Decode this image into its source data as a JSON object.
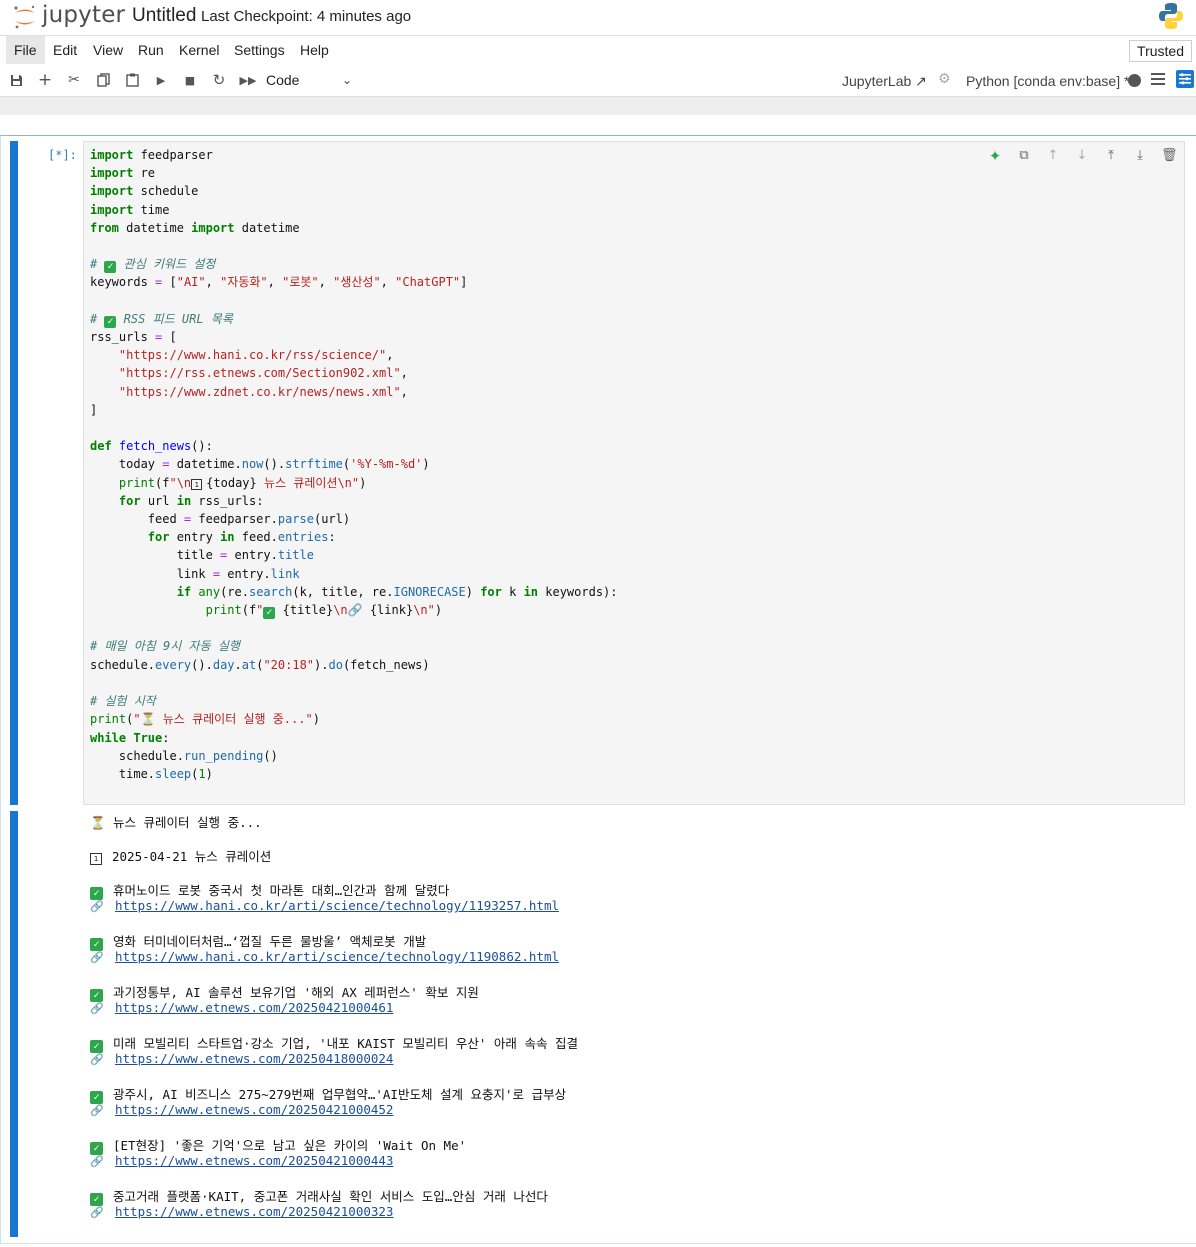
{
  "header": {
    "logo_text": "jupyter",
    "notebook_title": "Untitled",
    "checkpoint": "Last Checkpoint: 4 minutes ago"
  },
  "menubar": {
    "items": [
      "File",
      "Edit",
      "View",
      "Run",
      "Kernel",
      "Settings",
      "Help"
    ],
    "trusted": "Trusted"
  },
  "toolbar": {
    "cell_type": "Code",
    "jupyterlab_link": "JupyterLab",
    "kernel": "Python [conda env:base] *"
  },
  "cell": {
    "prompt": "[*]:",
    "code": {
      "l1": "import feedparser",
      "l2": "import re",
      "l3": "import schedule",
      "l4": "import time",
      "l5": "from datetime import datetime",
      "c1": " 관심 키워드 설정",
      "kw_list": [
        "\"AI\"",
        "\"자동화\"",
        "\"로봇\"",
        "\"생산성\"",
        "\"ChatGPT\""
      ],
      "c2": " RSS 피드 URL 목록",
      "urls": [
        "\"https://www.hani.co.kr/rss/science/\"",
        "\"https://rss.etnews.com/Section902.xml\"",
        "\"https://www.zdnet.co.kr/news/news.xml\""
      ],
      "date_fmt": "'%Y-%m-%d'",
      "print_header": " 뉴스 큐레이션\\n\"",
      "c3": "# 매일 아침 9시 자동 실행",
      "time_str": "\"20:18\"",
      "c4": "# 실험 시작",
      "print_start": " 뉴스 큐레이터 실행 중...\""
    }
  },
  "output": {
    "running": "뉴스 큐레이터 실행 중...",
    "date_header": "2025-04-21 뉴스 큐레이션",
    "items": [
      {
        "title": "휴머노이드 로봇 중국서 첫 마라톤 대회…인간과 함께 달렸다",
        "url": "https://www.hani.co.kr/arti/science/technology/1193257.html"
      },
      {
        "title": "영화 터미네이터처럼…‘껍질 두른 물방울’ 액체로봇 개발",
        "url": "https://www.hani.co.kr/arti/science/technology/1190862.html"
      },
      {
        "title": "과기정통부, AI 솔루션 보유기업 '해외 AX 레퍼런스' 확보 지원",
        "url": "https://www.etnews.com/20250421000461"
      },
      {
        "title": "미래 모빌리티 스타트업·강소 기업, '내포 KAIST 모빌리티 우산' 아래 속속 집결",
        "url": "https://www.etnews.com/20250418000024"
      },
      {
        "title": "광주시, AI 비즈니스 275~279번째 업무협약…'AI반도체 설계 요충지'로 급부상",
        "url": "https://www.etnews.com/20250421000452"
      },
      {
        "title": "[ET현장] '좋은 기억'으로 남고 싶은 카이의 'Wait On Me'",
        "url": "https://www.etnews.com/20250421000443"
      },
      {
        "title": "중고거래 플랫폼·KAIT, 중고폰 거래사실 확인 서비스 도입…안심 거래 나선다",
        "url": "https://www.etnews.com/20250421000323"
      }
    ]
  },
  "colors": {
    "accent": "#1976d2",
    "check": "#2ea64c",
    "keyword": "#008000",
    "string": "#ba2121",
    "comment": "#3d7b7b"
  }
}
